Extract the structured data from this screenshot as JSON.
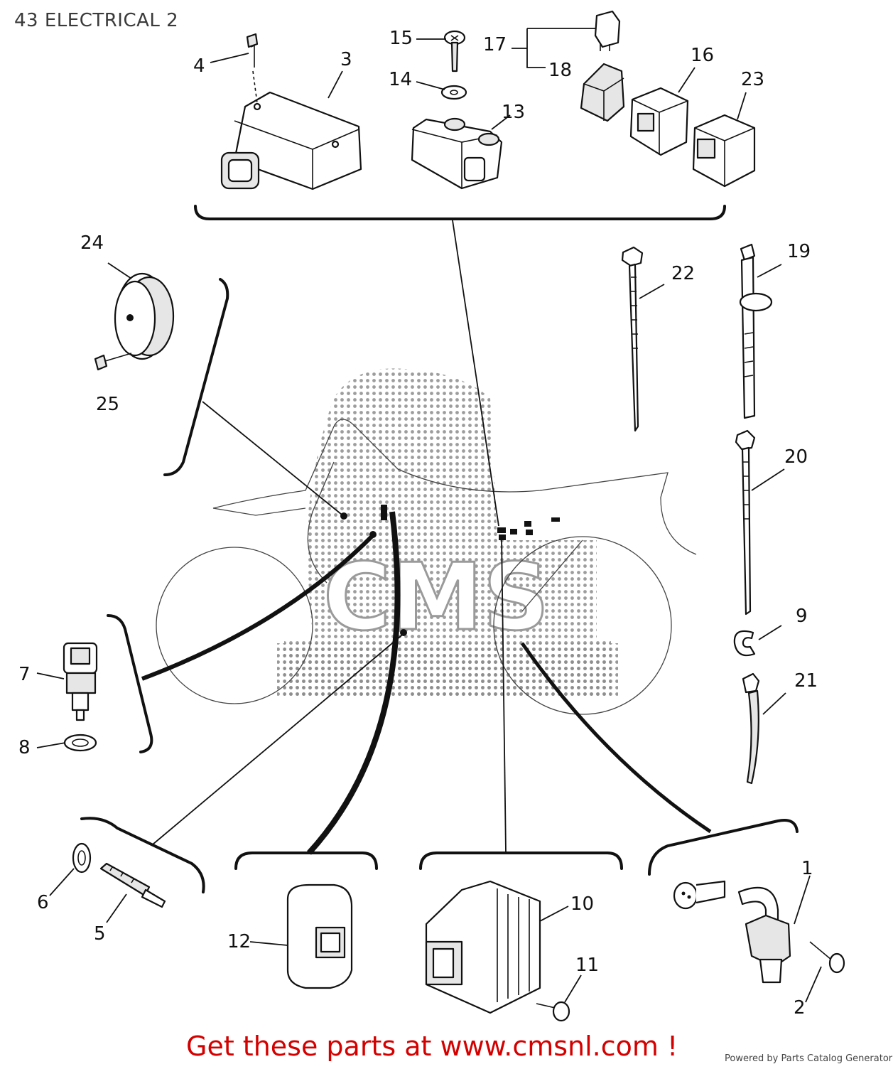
{
  "header": {
    "title": "43 ELECTRICAL 2"
  },
  "footer": {
    "cta": "Get these parts at www.cmsnl.com !",
    "powered_by": "Powered by Parts Catalog Generator"
  },
  "diagram": {
    "callouts": [
      "1",
      "2",
      "3",
      "4",
      "5",
      "6",
      "7",
      "8",
      "9",
      "10",
      "11",
      "12",
      "13",
      "14",
      "15",
      "16",
      "17",
      "18",
      "19",
      "20",
      "21",
      "22",
      "23",
      "24",
      "25"
    ]
  },
  "watermark": {
    "text": "CMS",
    "color": "#9a9a9a"
  },
  "colors": {
    "cta": "#d40000",
    "ink": "#111111"
  }
}
